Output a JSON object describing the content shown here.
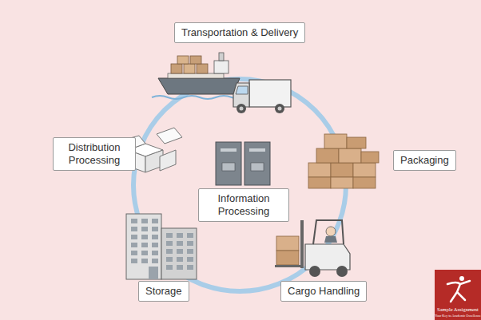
{
  "diagram": {
    "nodes": [
      {
        "text": [
          "Transportation & Delivery"
        ]
      },
      {
        "text": [
          "Distribution Processing"
        ]
      },
      {
        "text": [
          "Packaging"
        ]
      },
      {
        "text": [
          "Information Processing"
        ]
      },
      {
        "text": [
          "Storage"
        ]
      },
      {
        "text": [
          "Cargo Handling"
        ]
      }
    ],
    "labels": [
      "Sample Assignment",
      "Your Key to Academic Excellence"
    ]
  }
}
